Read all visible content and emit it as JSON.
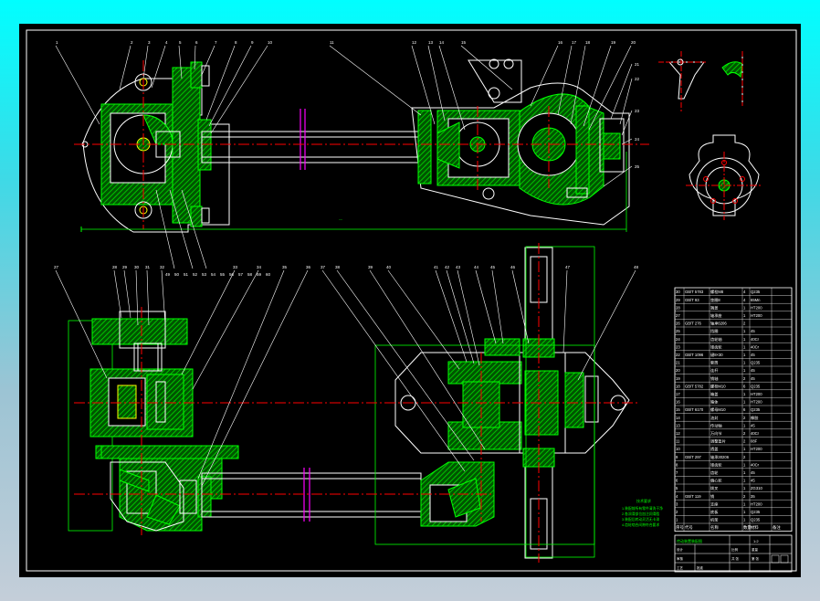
{
  "window": {
    "title": ""
  },
  "colors": {
    "background": "#000000",
    "part": "#00ff00",
    "line": "#ffffff",
    "center": "#ff0000",
    "hatch": "#00c000",
    "break": "#ff00ff",
    "dim": "#00ff00",
    "text": "#ffffff"
  },
  "drawing": {
    "top_view_balloons": [
      "1",
      "2",
      "3",
      "4",
      "5",
      "6",
      "7",
      "8",
      "9",
      "10",
      "11",
      "12",
      "13",
      "14",
      "15",
      "16",
      "17",
      "18",
      "19",
      "20",
      "21",
      "22",
      "23",
      "24",
      "25"
    ],
    "lower_left_balloons": [
      "27",
      "28",
      "29",
      "30",
      "31",
      "32",
      "33",
      "34",
      "35",
      "36",
      "37",
      "38",
      "39",
      "40",
      "41",
      "42",
      "43",
      "44",
      "45",
      "46",
      "47",
      "48"
    ],
    "lower_right_balloons": [
      "49",
      "50",
      "51",
      "52",
      "53",
      "54",
      "55",
      "56",
      "57",
      "58",
      "59",
      "60"
    ],
    "tech_notes_title": "技术要求",
    "tech_notes": [
      "1.装配前所有零件清洗干净",
      "2.各润滑部位加注润滑脂",
      "3.装配后转动灵活无卡滞",
      "4.齿轮啮合间隙符合要求"
    ]
  },
  "bom": {
    "header": [
      "序号",
      "代号",
      "名称",
      "数量",
      "材料",
      "备注"
    ],
    "rows": [
      [
        "30",
        "GB/T 5783",
        "螺栓M8",
        "4",
        "Q235",
        ""
      ],
      [
        "29",
        "GB/T 93",
        "垫圈8",
        "4",
        "65Mn",
        ""
      ],
      [
        "28",
        "",
        "端盖",
        "1",
        "HT200",
        ""
      ],
      [
        "27",
        "",
        "轴承座",
        "1",
        "HT200",
        ""
      ],
      [
        "26",
        "GB/T 276",
        "轴承6206",
        "2",
        "",
        ""
      ],
      [
        "25",
        "",
        "挡圈",
        "1",
        "45",
        ""
      ],
      [
        "24",
        "",
        "齿轮轴",
        "1",
        "40Cr",
        ""
      ],
      [
        "23",
        "",
        "锥齿轮",
        "1",
        "40Cr",
        ""
      ],
      [
        "22",
        "GB/T 1096",
        "键8×30",
        "1",
        "45",
        ""
      ],
      [
        "21",
        "",
        "套筒",
        "1",
        "Q235",
        ""
      ],
      [
        "20",
        "",
        "连杆",
        "1",
        "45",
        ""
      ],
      [
        "19",
        "",
        "销轴",
        "2",
        "45",
        ""
      ],
      [
        "18",
        "GB/T 5782",
        "螺栓M10",
        "6",
        "Q235",
        ""
      ],
      [
        "17",
        "",
        "箱盖",
        "1",
        "HT200",
        ""
      ],
      [
        "16",
        "",
        "箱体",
        "1",
        "HT200",
        ""
      ],
      [
        "15",
        "GB/T 6170",
        "螺母M10",
        "6",
        "Q235",
        ""
      ],
      [
        "14",
        "",
        "油封",
        "2",
        "橡胶",
        ""
      ],
      [
        "13",
        "",
        "传动轴",
        "1",
        "45",
        ""
      ],
      [
        "12",
        "",
        "万向节",
        "2",
        "40Cr",
        ""
      ],
      [
        "11",
        "",
        "调整垫片",
        "2",
        "08F",
        ""
      ],
      [
        "10",
        "",
        "透盖",
        "1",
        "HT200",
        ""
      ],
      [
        "9",
        "GB/T 297",
        "轴承30206",
        "2",
        "",
        ""
      ],
      [
        "8",
        "",
        "锥齿轮",
        "1",
        "40Cr",
        ""
      ],
      [
        "7",
        "",
        "齿轮",
        "1",
        "45",
        ""
      ],
      [
        "6",
        "",
        "偏心轮",
        "1",
        "45",
        ""
      ],
      [
        "5",
        "",
        "拨叉",
        "1",
        "ZG310",
        ""
      ],
      [
        "4",
        "GB/T 119",
        "销",
        "2",
        "35",
        ""
      ],
      [
        "3",
        "",
        "支座",
        "1",
        "HT200",
        ""
      ],
      [
        "2",
        "",
        "底板",
        "1",
        "Q235",
        ""
      ],
      [
        "1",
        "",
        "机架",
        "1",
        "Q235",
        ""
      ]
    ]
  },
  "title_block": {
    "labels": [
      "设计",
      "审核",
      "工艺",
      "批准",
      "比例",
      "重量",
      "共 张",
      "第 张"
    ],
    "title": "传动装置装配图",
    "scale": "1:2"
  }
}
